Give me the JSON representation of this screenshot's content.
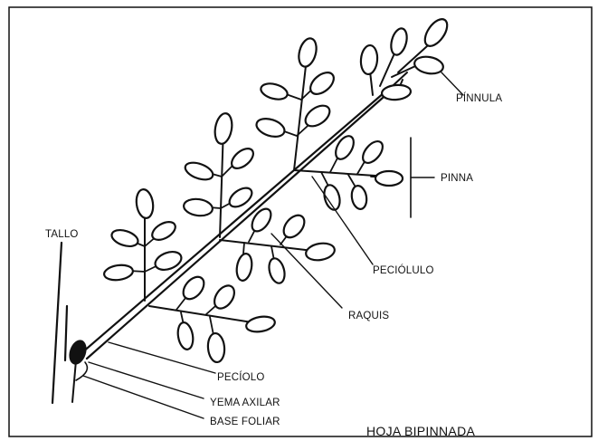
{
  "diagram": {
    "title": "HOJA BIPINNADA",
    "labels": {
      "pinnula": "PÍNNULA",
      "pinna": "PINNA",
      "tallo": "TALLO",
      "peciolulo": "PECIÓLULO",
      "raquis": "RAQUIS",
      "peciolo": "PECÍOLO",
      "yema_axilar": "YEMA AXILAR",
      "base_foliar": "BASE FOLIAR"
    }
  }
}
